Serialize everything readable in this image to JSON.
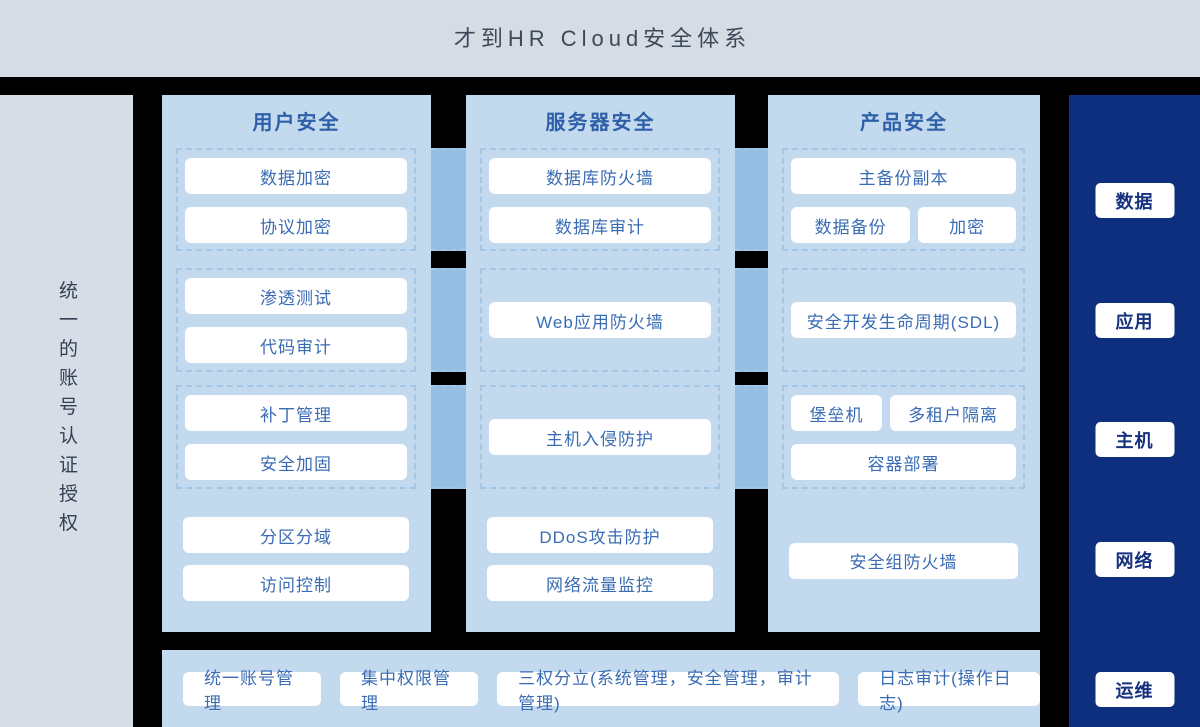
{
  "header": {
    "title": "才到HR Cloud安全体系"
  },
  "left_panel": {
    "vertical_label": "统一的账号认证授权"
  },
  "columns": [
    {
      "title": "用户安全",
      "rows": [
        {
          "items": [
            "数据加密",
            "协议加密"
          ]
        },
        {
          "items": [
            "渗透测试",
            "代码审计"
          ]
        },
        {
          "items": [
            "补丁管理",
            "安全加固"
          ]
        },
        {
          "items": [
            "分区分域",
            "访问控制"
          ]
        }
      ]
    },
    {
      "title": "服务器安全",
      "rows": [
        {
          "items": [
            "数据库防火墙",
            "数据库审计"
          ]
        },
        {
          "items": [
            "Web应用防火墙"
          ]
        },
        {
          "items": [
            "主机入侵防护"
          ]
        },
        {
          "items": [
            "DDoS攻击防护",
            "网络流量监控"
          ]
        }
      ]
    },
    {
      "title": "产品安全",
      "rows": [
        {
          "items": [
            "主备份副本",
            "数据备份",
            "加密"
          ]
        },
        {
          "items": [
            "安全开发生命周期(SDL)"
          ]
        },
        {
          "items": [
            "堡垒机",
            "多租户隔离",
            "容器部署"
          ]
        },
        {
          "items": [
            "安全组防火墙"
          ]
        }
      ]
    }
  ],
  "right_panel": {
    "labels": [
      "数据",
      "应用",
      "主机",
      "网络",
      "运维"
    ]
  },
  "bottom_bar": {
    "items": [
      "统一账号管理",
      "集中权限管理",
      "三权分立(系统管理，安全管理，审计管理)",
      "日志审计(操作日志)"
    ]
  },
  "colors": {
    "page_background": "#000000",
    "header_background": "#d5dce4",
    "header_text": "#3d4858",
    "left_panel_background": "#d6dde6",
    "left_panel_text": "#333f52",
    "column_background": "#c3d9ed",
    "column_title_text": "#2e5fa9",
    "dashed_border": "#a5c7e6",
    "connector": "#95c0e4",
    "card_background": "#ffffff",
    "card_text": "#3a6cb5",
    "right_panel_background": "#0e2e7e",
    "right_panel_text": "#16317d"
  }
}
